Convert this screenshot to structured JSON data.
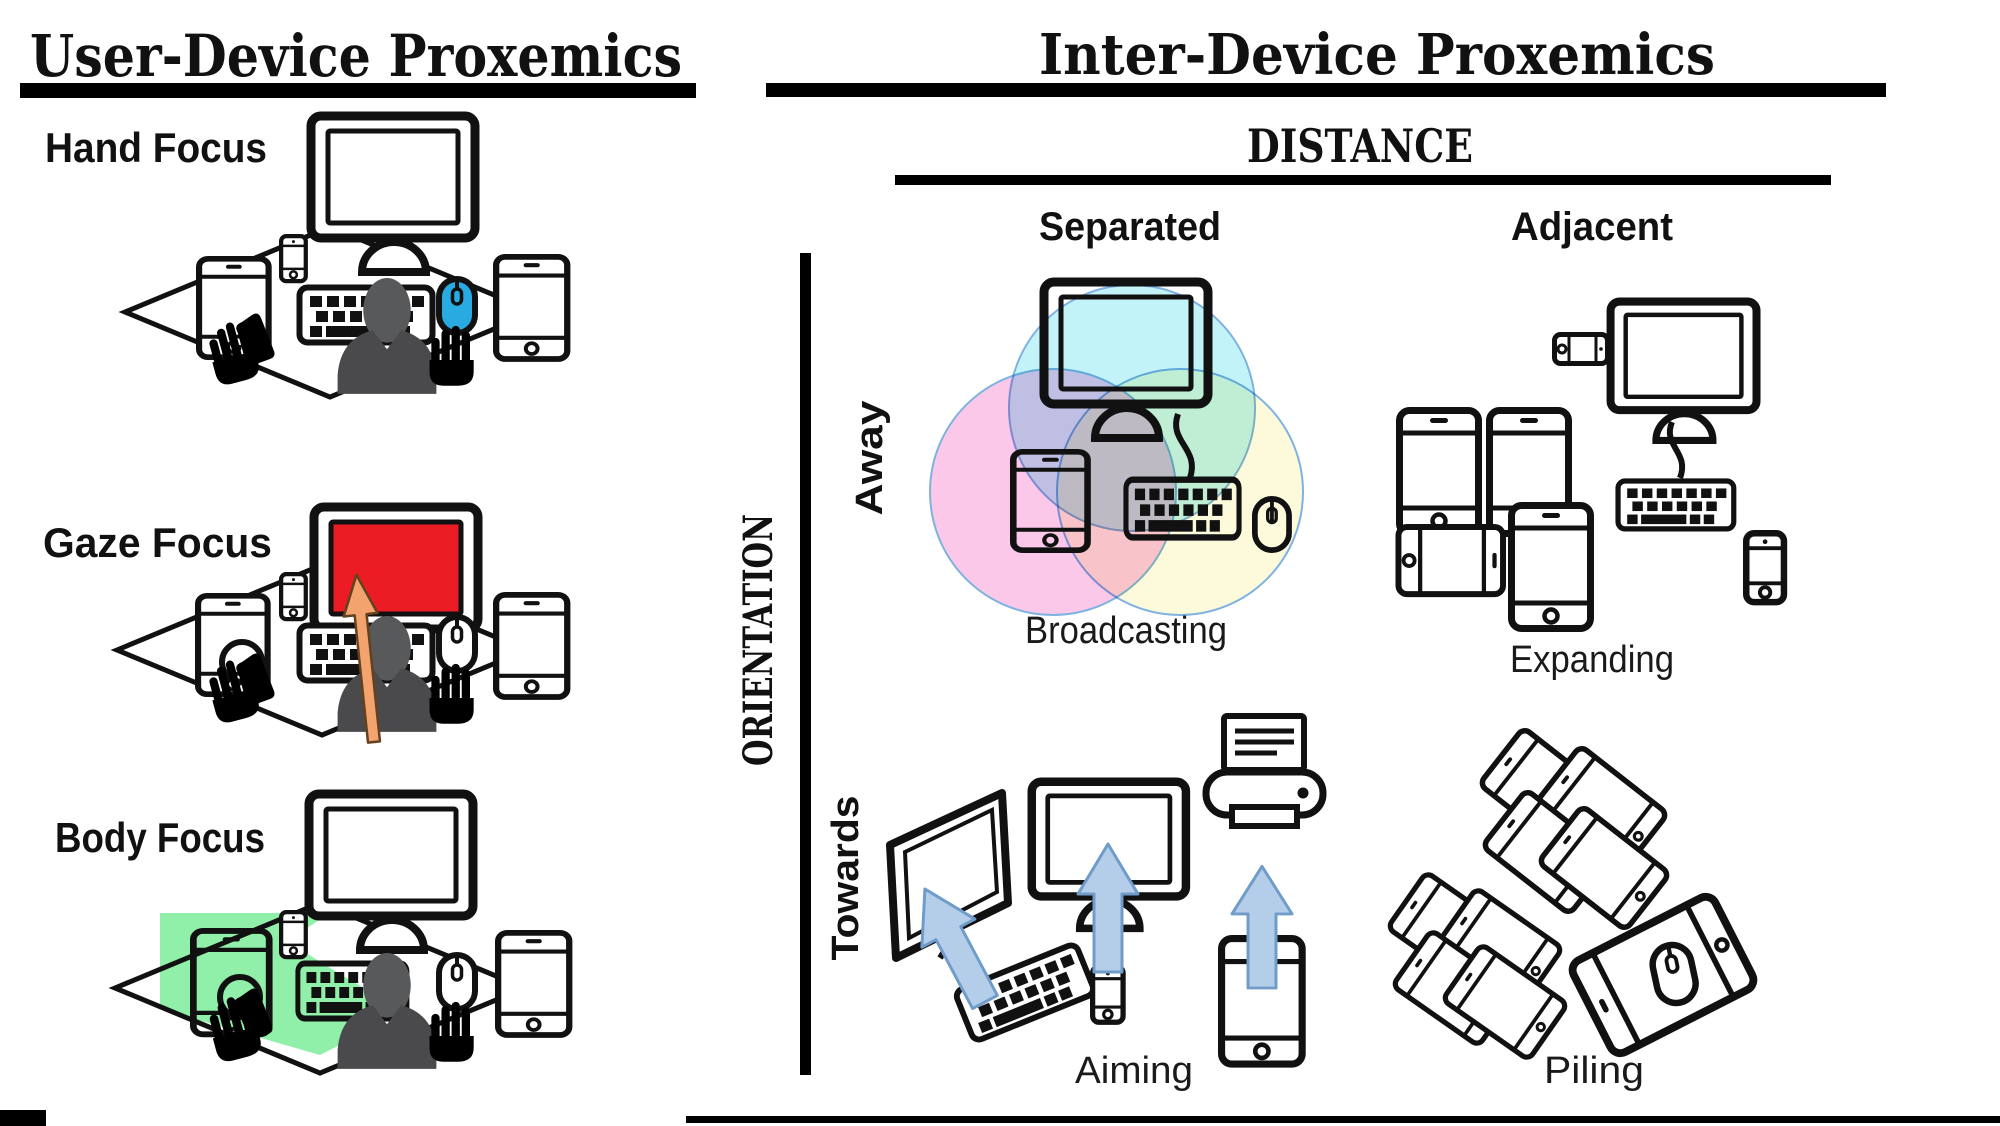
{
  "left_panel": {
    "title": "User-Device Proxemics",
    "sections": [
      {
        "label": "Hand Focus"
      },
      {
        "label": "Gaze Focus"
      },
      {
        "label": "Body Focus"
      }
    ]
  },
  "right_panel": {
    "title": "Inter-Device Proxemics",
    "distance": {
      "label": "DISTANCE",
      "columns": [
        "Separated",
        "Adjacent"
      ]
    },
    "orientation": {
      "label": "ORIENTATION",
      "rows": [
        "Away",
        "Towards"
      ]
    },
    "cells": [
      {
        "row": "Away",
        "column": "Separated",
        "caption": "Broadcasting"
      },
      {
        "row": "Away",
        "column": "Adjacent",
        "caption": "Expanding"
      },
      {
        "row": "Towards",
        "column": "Separated",
        "caption": "Aiming"
      },
      {
        "row": "Towards",
        "column": "Adjacent",
        "caption": "Piling"
      }
    ]
  },
  "colors": {
    "hand_highlight": "#29ABE2",
    "gaze_highlight": "#EC1C24",
    "gaze_arrow": "#F2A36E",
    "body_highlight": "#90EFA9",
    "aiming_arrow": "#B4CEE9",
    "venn_cyan": "#8FE9F2",
    "venn_magenta": "#F79BD8",
    "venn_yellow": "#FAF6BE"
  }
}
